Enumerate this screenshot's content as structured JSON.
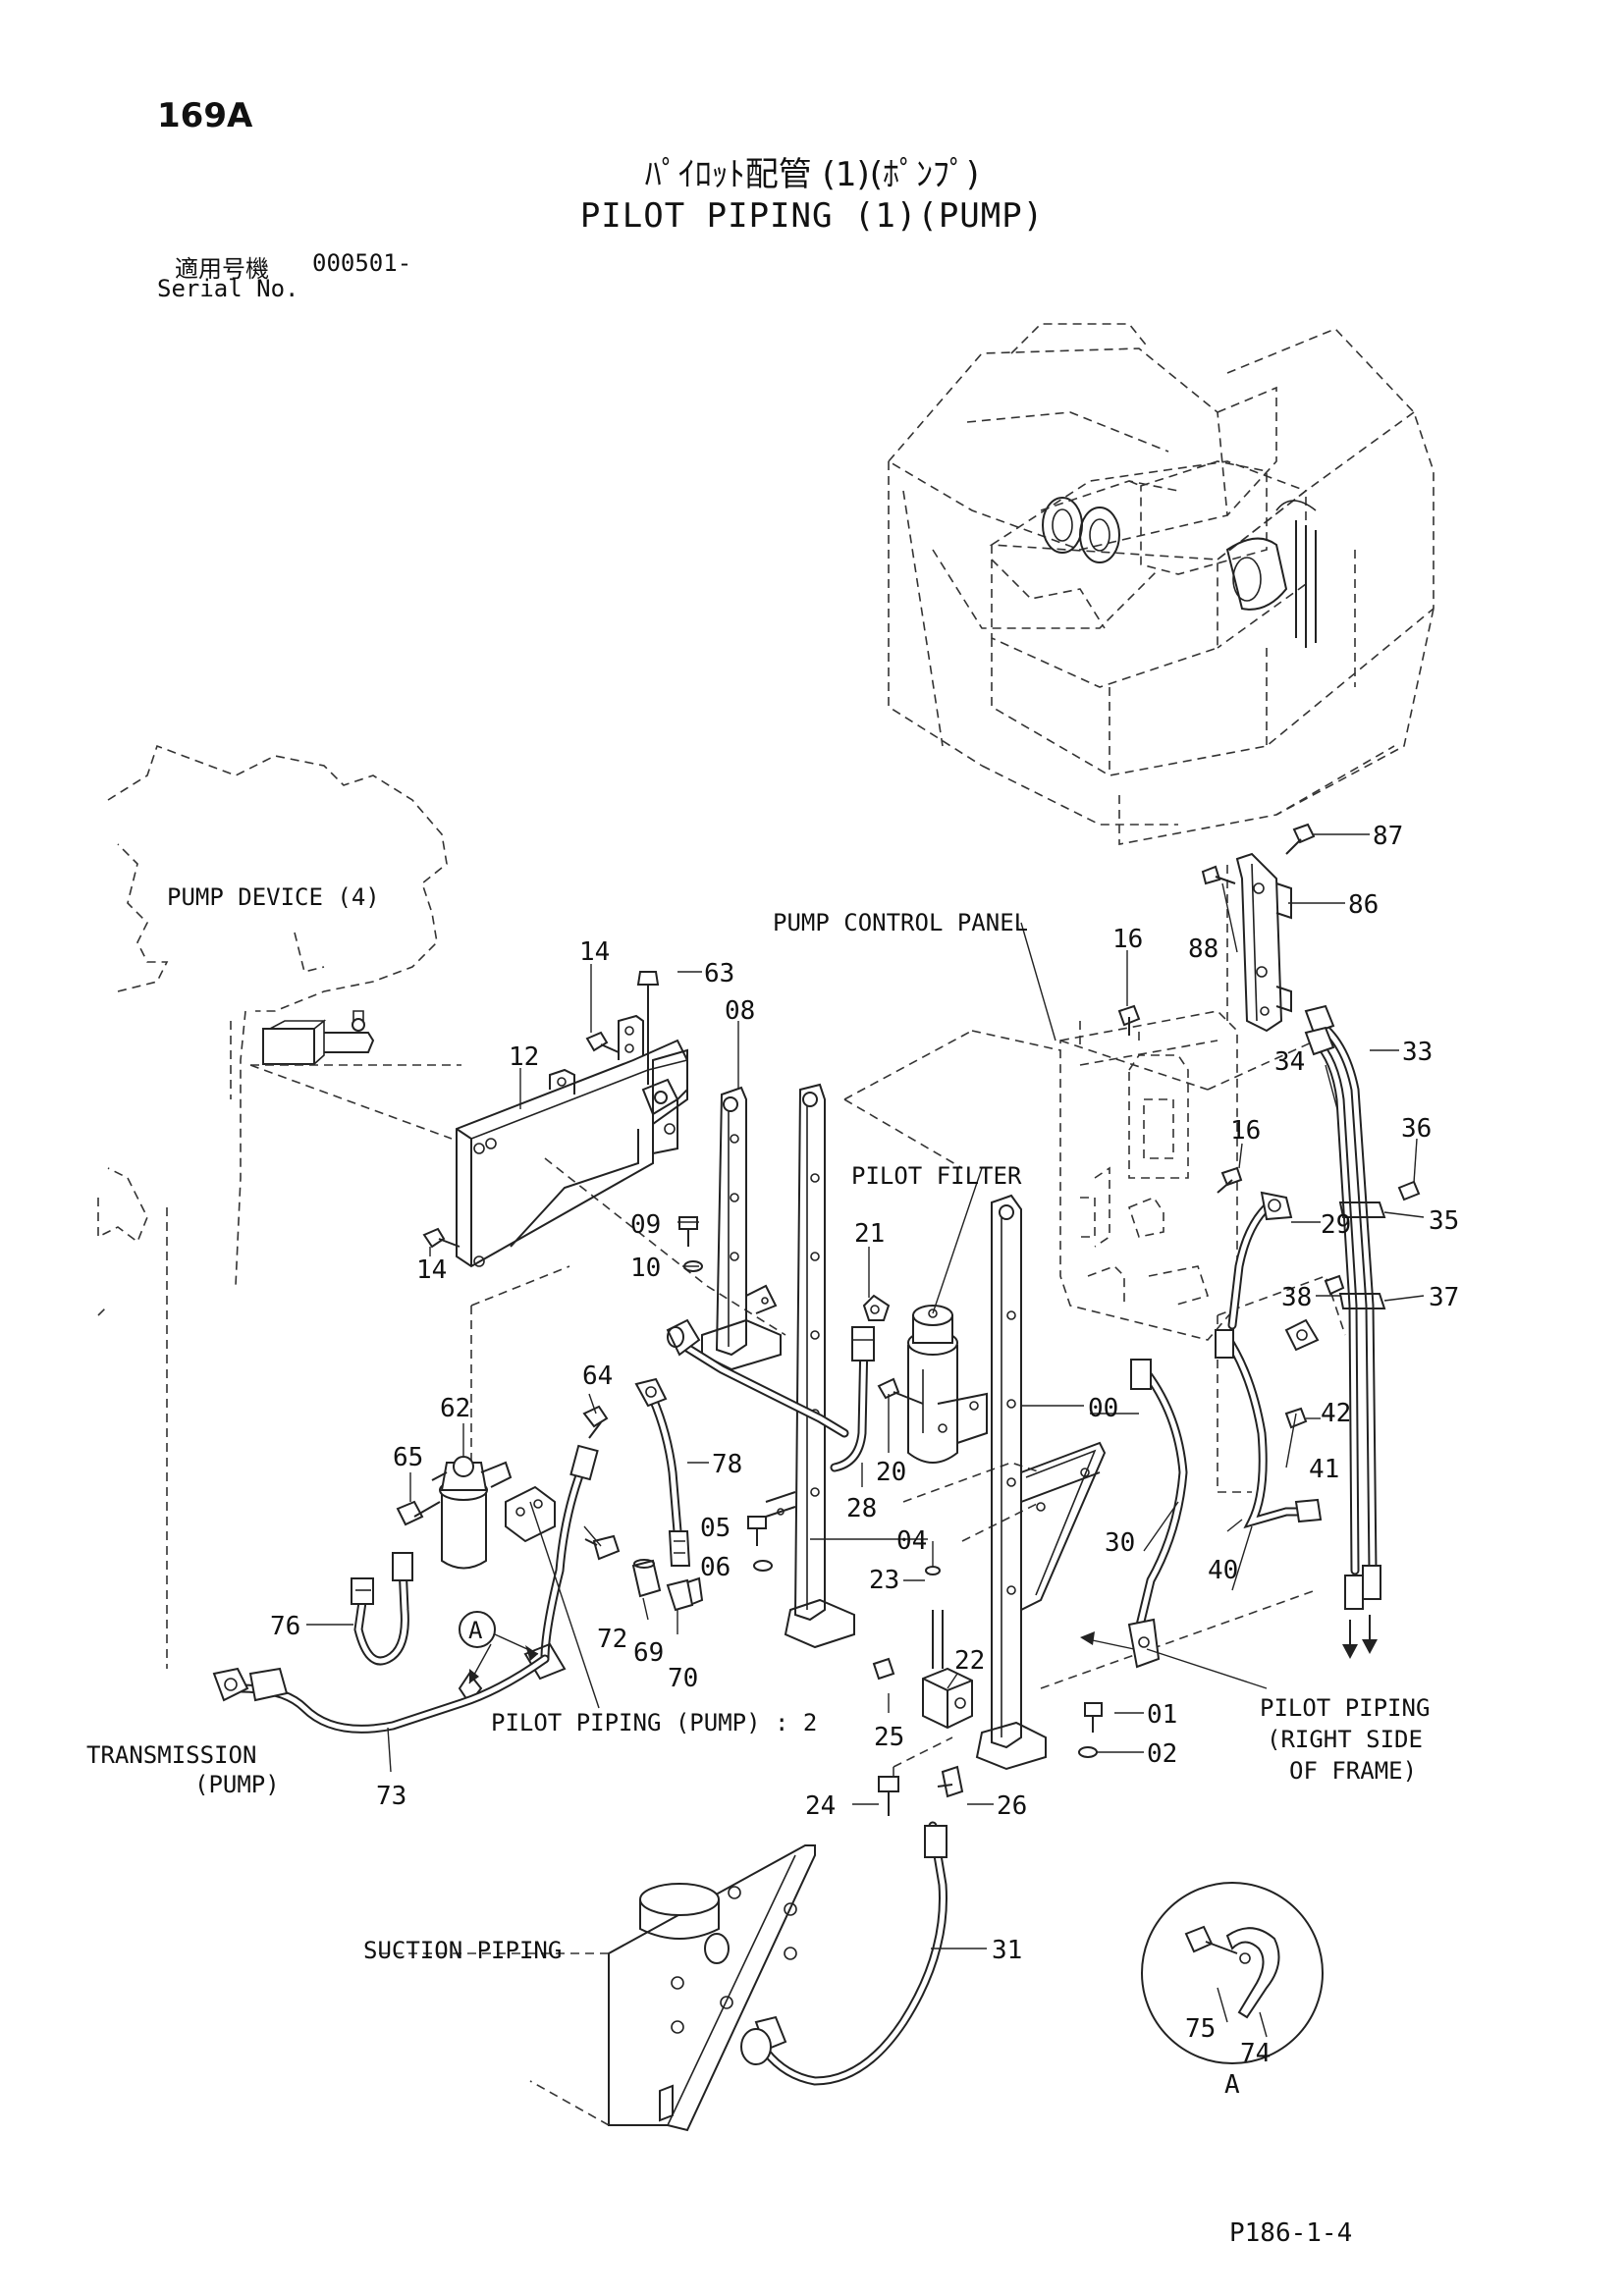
{
  "header": {
    "page_number": "169A",
    "title_jp": "ﾊﾟｲﾛｯﾄ配管 (1)(ﾎﾟﾝﾌﾟ)",
    "title_en": "PILOT PIPING (1)(PUMP)",
    "serial_label_jp": "適用号機",
    "serial_value": "000501-",
    "serial_label_en": "Serial No."
  },
  "footer": {
    "drawing_code": "P186-1-4"
  },
  "labels": {
    "pump_device": "PUMP DEVICE (4)",
    "pump_control_panel": "PUMP CONTROL PANEL",
    "pilot_filter": "PILOT FILTER",
    "transmission_l1": "TRANSMISSION",
    "transmission_l2": "(PUMP)",
    "pilot_piping_pump2": "PILOT PIPING (PUMP) : 2",
    "pilot_piping_right_l1": "PILOT PIPING",
    "pilot_piping_right_l2": "(RIGHT SIDE",
    "pilot_piping_right_l3": "OF FRAME)",
    "suction_piping": "SUCTION PIPING",
    "detail_a_callout": "A",
    "detail_a_label": "A"
  },
  "parts": {
    "p00": "00",
    "p01": "01",
    "p02": "02",
    "p04": "04",
    "p05": "05",
    "p06": "06",
    "p08": "08",
    "p09": "09",
    "p10": "10",
    "p12": "12",
    "p14a": "14",
    "p14b": "14",
    "p16a": "16",
    "p16b": "16",
    "p20": "20",
    "p21": "21",
    "p22": "22",
    "p23": "23",
    "p24": "24",
    "p25": "25",
    "p26": "26",
    "p28": "28",
    "p29": "29",
    "p30": "30",
    "p31": "31",
    "p33": "33",
    "p34": "34",
    "p35": "35",
    "p36": "36",
    "p37": "37",
    "p38": "38",
    "p40": "40",
    "p41": "41",
    "p42": "42",
    "p62": "62",
    "p63": "63",
    "p64": "64",
    "p65": "65",
    "p69": "69",
    "p70": "70",
    "p72": "72",
    "p73": "73",
    "p74": "74",
    "p75": "75",
    "p76": "76",
    "p78": "78",
    "p86": "86",
    "p87": "87",
    "p88": "88"
  }
}
